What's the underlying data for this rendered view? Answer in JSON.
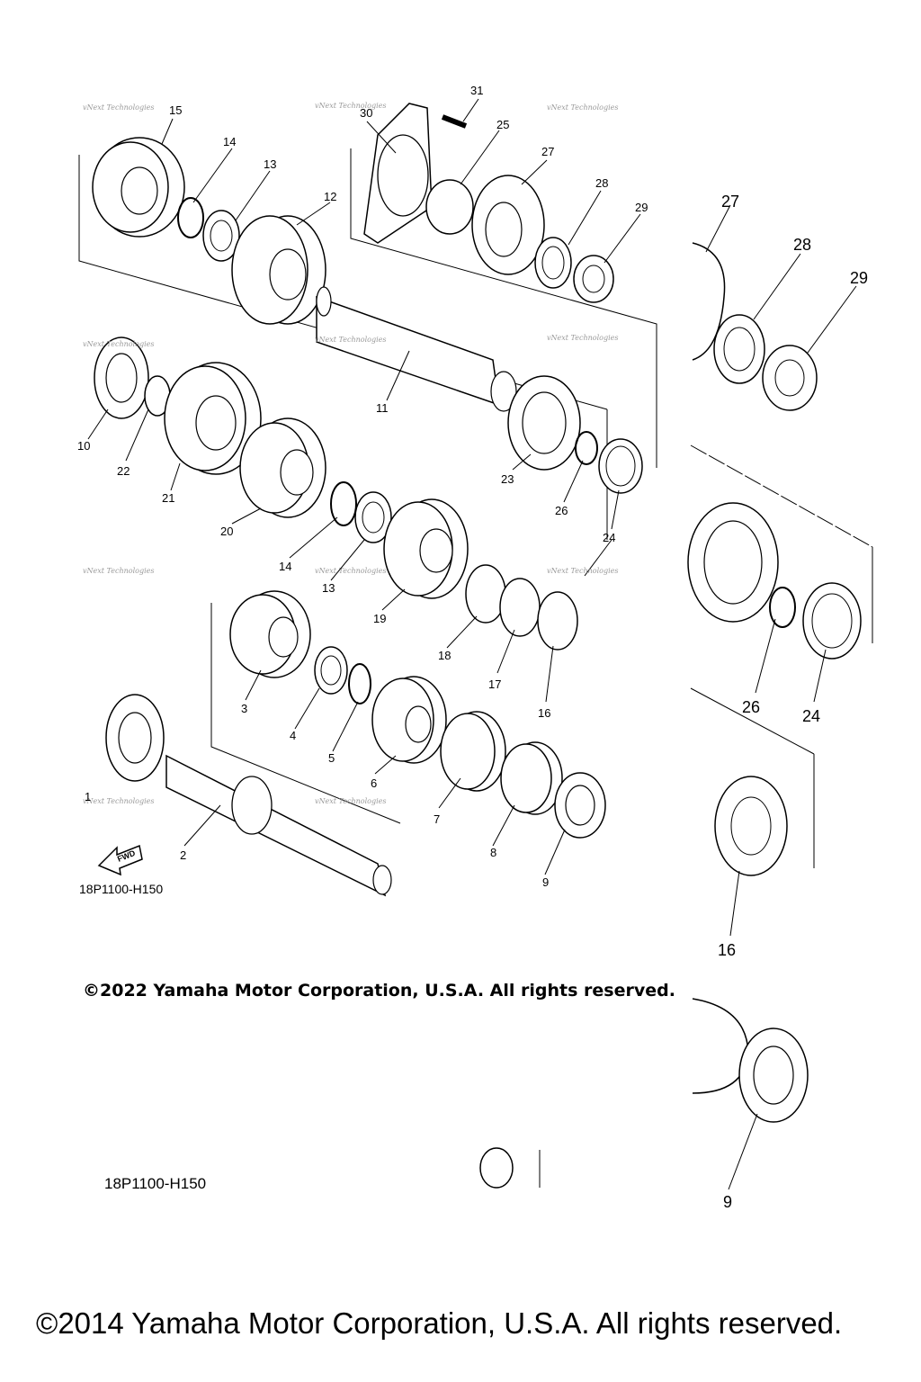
{
  "diagram": {
    "code_main": "18P1100-H150",
    "code_fragment": "18P1100-H150",
    "fwd_label": "FWD",
    "watermark": "vNext Technologies",
    "copyright_2022": "©2022 Yamaha Motor Corporation, U.S.A. All rights reserved.",
    "copyright_2014": "©2014 Yamaha Motor Corporation, U.S.A. All rights reserved."
  },
  "callouts": [
    "1",
    "2",
    "3",
    "4",
    "5",
    "6",
    "7",
    "8",
    "9",
    "10",
    "11",
    "12",
    "13",
    "14",
    "15",
    "16",
    "17",
    "18",
    "19",
    "20",
    "21",
    "22",
    "23",
    "24",
    "25",
    "26",
    "27",
    "28",
    "29",
    "30",
    "31",
    "13",
    "14"
  ],
  "zoom_callouts": [
    "27",
    "28",
    "29",
    "26",
    "24",
    "16",
    "9"
  ]
}
